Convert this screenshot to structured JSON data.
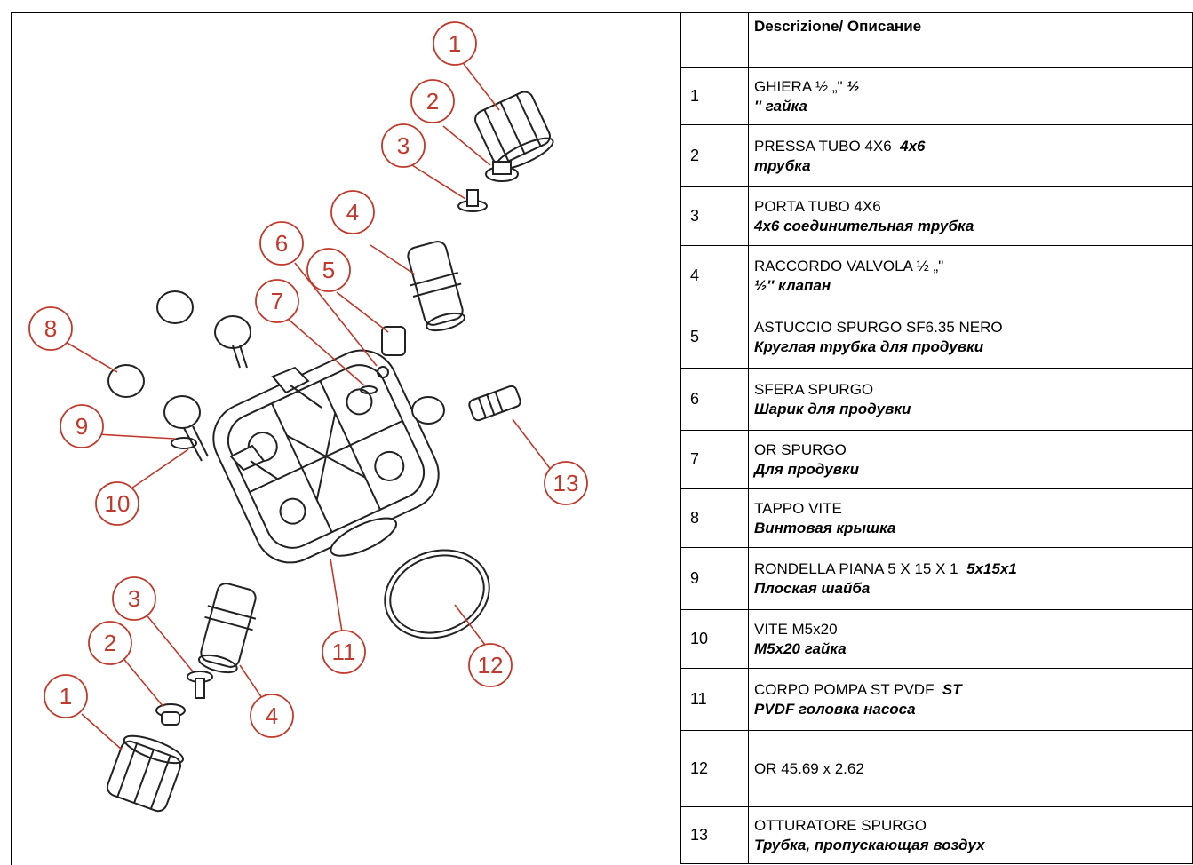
{
  "table": {
    "header": "Descrizione/ Описание",
    "rows": [
      {
        "num": "1",
        "it": "GHIERA ½ „\"",
        "ru_inline": "½",
        "ru": "'' гайка"
      },
      {
        "num": "2",
        "it": "PRESSA TUBO 4X6",
        "ru_inline": "4x6",
        "ru": "трубка"
      },
      {
        "num": "3",
        "it": "PORTA TUBO 4X6",
        "ru_inline": "",
        "ru": "4x6 соединительная трубка"
      },
      {
        "num": "4",
        "it": "RACCORDO VALVOLA ½ „\"",
        "ru_inline": "",
        "ru": "½'' клапан"
      },
      {
        "num": "5",
        "it": "ASTUCCIO SPURGO SF6.35 NERO",
        "ru_inline": "",
        "ru": "Круглая трубка для продувки"
      },
      {
        "num": "6",
        "it": "SFERA SPURGO",
        "ru_inline": "",
        "ru": "Шарик для продувки"
      },
      {
        "num": "7",
        "it": "OR SPURGO",
        "ru_inline": "",
        "ru": "Для продувки"
      },
      {
        "num": "8",
        "it": "TAPPO VITE",
        "ru_inline": "",
        "ru": "Винтовая крышка"
      },
      {
        "num": "9",
        "it": "RONDELLA PIANA 5 X 15 X 1",
        "ru_inline": "5x15x1",
        "ru": "Плоская шайба"
      },
      {
        "num": "10",
        "it": "VITE M5x20",
        "ru_inline": "",
        "ru": "M5x20 гайка"
      },
      {
        "num": "11",
        "it": "CORPO POMPA ST PVDF",
        "ru_inline": "ST",
        "ru": "PVDF головка насоса"
      },
      {
        "num": "12",
        "it": "OR 45.69 x 2.62",
        "ru_inline": "",
        "ru": ""
      },
      {
        "num": "13",
        "it": "OTTURATORE SPURGO",
        "ru_inline": "",
        "ru": "Трубка, пропускающая воздух"
      }
    ]
  },
  "drawing": {
    "callouts": [
      "1",
      "2",
      "3",
      "4",
      "5",
      "6",
      "7",
      "8",
      "9",
      "10",
      "13",
      "11",
      "12",
      "3",
      "2",
      "1",
      "4"
    ],
    "callout_color": "#c0392b",
    "line_color": "#222222"
  }
}
